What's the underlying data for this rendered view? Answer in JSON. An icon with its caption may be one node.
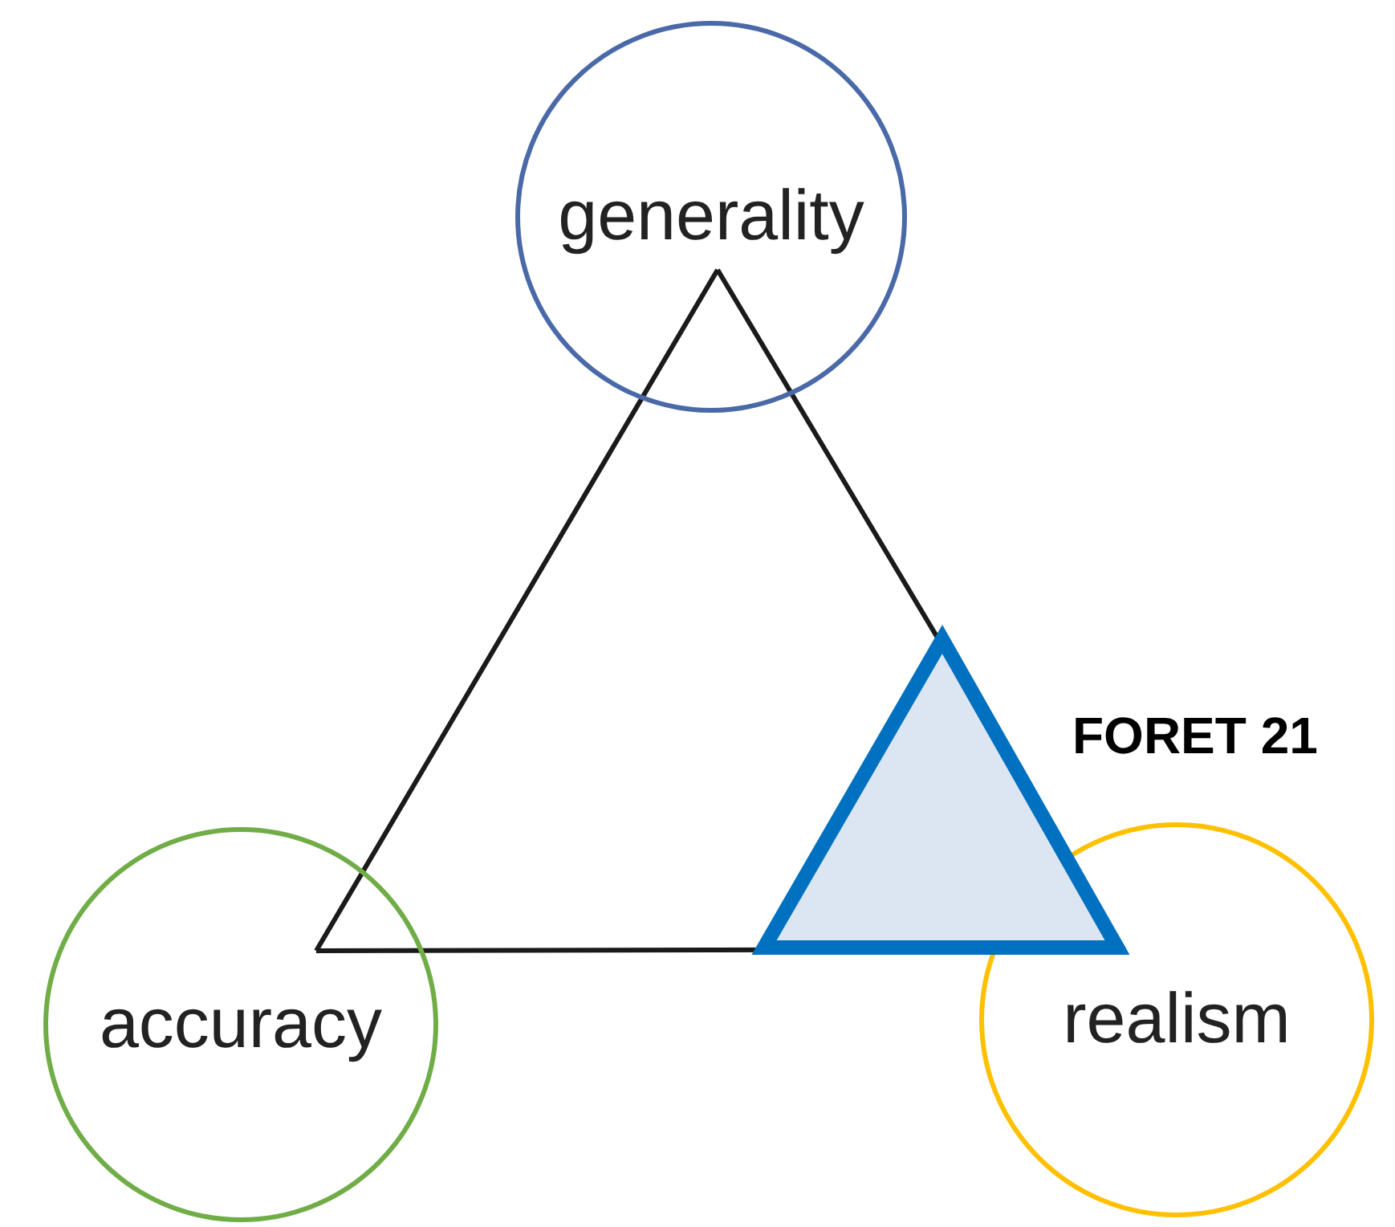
{
  "diagram": {
    "nodes": [
      {
        "text": [
          "generality"
        ]
      },
      {
        "text": [
          "accuracy"
        ]
      },
      {
        "text": [
          "realism"
        ]
      },
      {
        "text": [],
        "shape": "triangle",
        "beside": [
          "FORET 21"
        ]
      }
    ],
    "edges": [
      {
        "from": 0,
        "to": 1,
        "arrow": "none"
      },
      {
        "from": 1,
        "to": 2,
        "arrow": "none"
      },
      {
        "from": 2,
        "to": 0,
        "arrow": "none"
      }
    ]
  }
}
